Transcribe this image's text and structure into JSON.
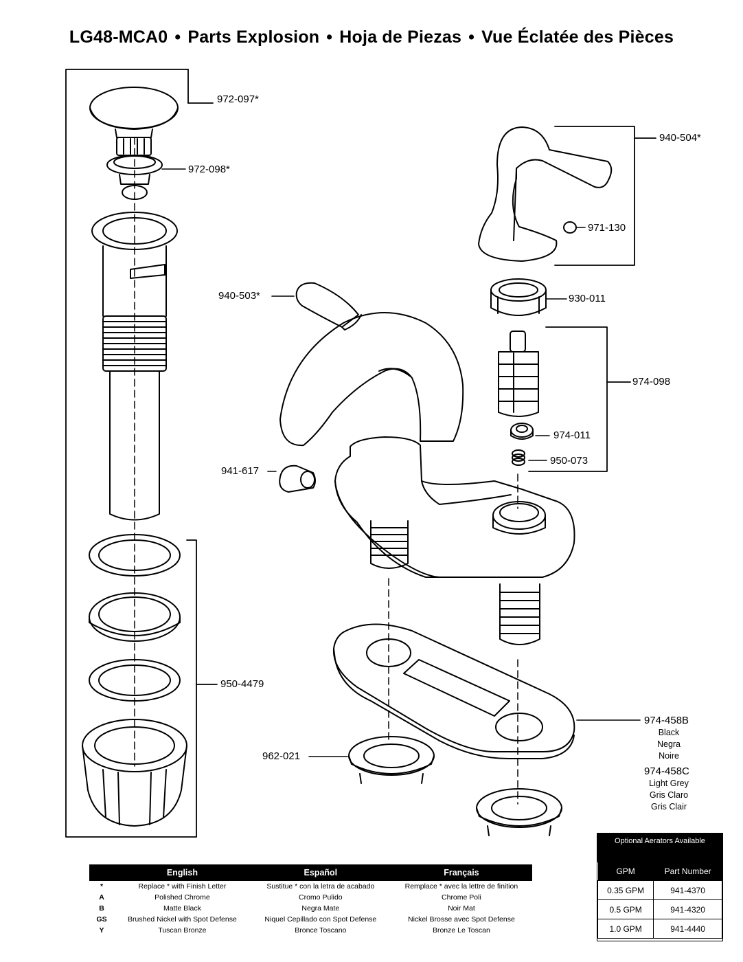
{
  "header": {
    "model": "LG48-MCA0",
    "sep": "•",
    "parts_en": "Parts Explosion",
    "parts_es": "Hoja de Piezas",
    "parts_fr": "Vue Éclatée des Pièces"
  },
  "parts": {
    "p972_097": "972-097*",
    "p972_098": "972-098*",
    "p940_504": "940-504*",
    "p971_130": "971-130",
    "p940_503": "940-503*",
    "p930_011": "930-011",
    "p974_098": "974-098",
    "p974_011": "974-011",
    "p950_073": "950-073",
    "p941_617": "941-617",
    "p950_4479": "950-4479",
    "p962_021": "962-021",
    "p974_458B": "974-458B",
    "p974_458B_colors": [
      "Black",
      "Negra",
      "Noire"
    ],
    "p974_458C": "974-458C",
    "p974_458C_colors": [
      "Light Grey",
      "Gris Claro",
      "Gris Clair"
    ]
  },
  "finish_table": {
    "headers": [
      "",
      "English",
      "Español",
      "Français"
    ],
    "rows": [
      [
        "*",
        "Replace * with Finish Letter",
        "Sustitue * con la letra de acabado",
        "Remplace * avec la lettre de finition"
      ],
      [
        "A",
        "Polished Chrome",
        "Cromo Pulido",
        "Chrome Poli"
      ],
      [
        "B",
        "Matte Black",
        "Negra Mate",
        "Noir Mat"
      ],
      [
        "GS",
        "Brushed Nickel with Spot Defense",
        "Niquel Cepillado con Spot Defense",
        "Nickel Brosse avec Spot Defense"
      ],
      [
        "Y",
        "Tuscan Bronze",
        "Bronce Toscano",
        "Bronze Le Toscan"
      ]
    ]
  },
  "aerator_table": {
    "title": "Optional Aerators Available",
    "headers": [
      "GPM",
      "Part Number"
    ],
    "rows": [
      [
        "0.35 GPM",
        "941-4370"
      ],
      [
        "0.5 GPM",
        "941-4320"
      ],
      [
        "1.0 GPM",
        "941-4440"
      ]
    ]
  }
}
